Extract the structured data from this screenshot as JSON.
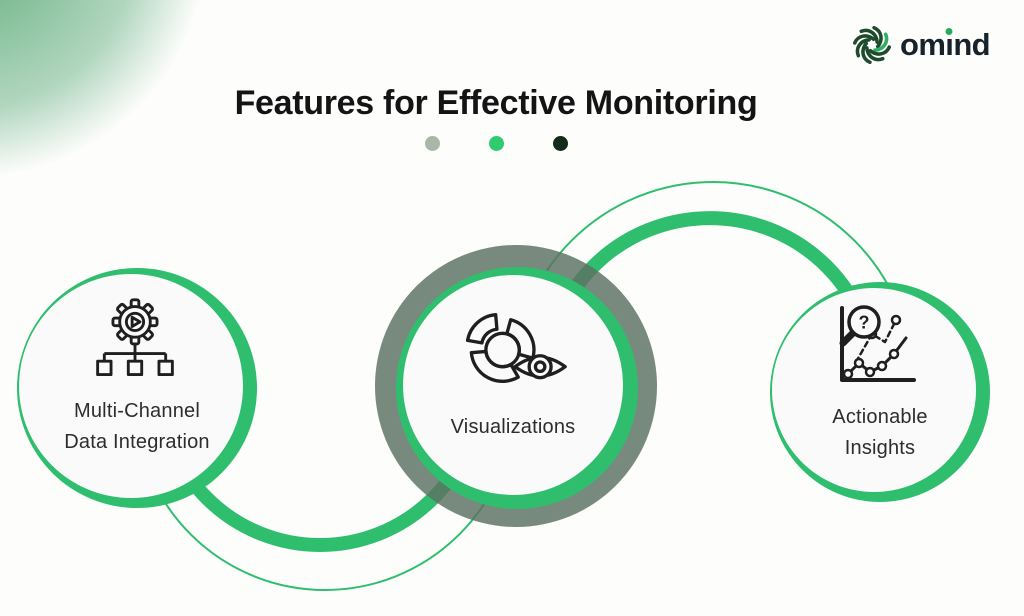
{
  "brand": {
    "name": "omind",
    "wordmark_pre": "om",
    "wordmark_i": "ı",
    "wordmark_post": "nd",
    "logo_icon": "swirl-pinwheel-icon",
    "logo_icon_color": "#1d4b2c",
    "logo_icon_accent": "#2fae62",
    "wordmark_color": "#17222a",
    "i_dot_color": "#29aa5e"
  },
  "header": {
    "title": "Features for Effective Monitoring",
    "title_color": "#141414",
    "dots": [
      {
        "name": "dot-sage",
        "color": "#a9b6a9"
      },
      {
        "name": "dot-green",
        "color": "#2ecb70"
      },
      {
        "name": "dot-dark",
        "color": "#142a1b"
      }
    ]
  },
  "features": [
    {
      "id": "multi-channel-data-integration",
      "icon": "gear-play-flowchart-icon",
      "label_line1": "Multi-Channel",
      "label_line2": "Data Integration"
    },
    {
      "id": "visualizations",
      "icon": "donut-chart-eye-icon",
      "label_line1": "Visualizations",
      "label_line2": ""
    },
    {
      "id": "actionable-insights",
      "icon": "magnifier-question-trend-chart-icon",
      "label_line1": "Actionable",
      "label_line2": "Insights",
      "magnifier_glyph": "?"
    }
  ],
  "palette": {
    "accent_green": "#2fbe6e",
    "sage_ring": "#5c7263",
    "circle_fill": "#f9faf9",
    "background": "#fdfdfc",
    "gradient_blob_green": "#48a169",
    "icon_stroke": "#1f1f1f",
    "label_color": "#2d2d2d"
  }
}
